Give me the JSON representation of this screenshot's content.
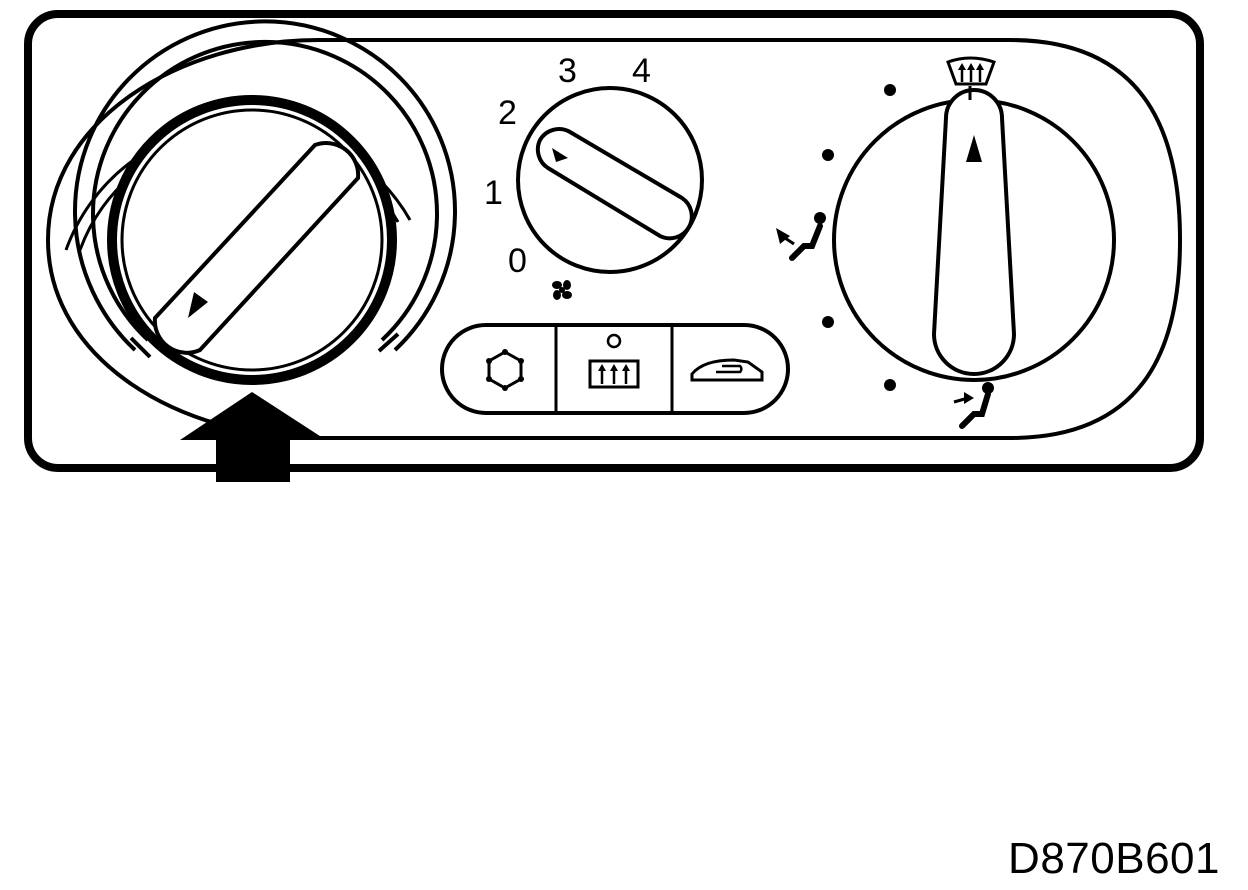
{
  "fan_speed_labels": [
    "0",
    "1",
    "2",
    "3",
    "4"
  ],
  "figure_code": "D870B601",
  "icons": {
    "fan": "fan-icon",
    "ac": "ac-snowflake-icon",
    "rear_defrost": "rear-defrost-icon",
    "recirculation": "recirculation-icon",
    "windshield_defrost": "windshield-defrost-icon",
    "vent_floor": "vent-floor-icon",
    "vent_face": "vent-face-icon",
    "pointer": "arrow-up-icon"
  },
  "colors": {
    "line": "#000000",
    "background": "#ffffff"
  }
}
